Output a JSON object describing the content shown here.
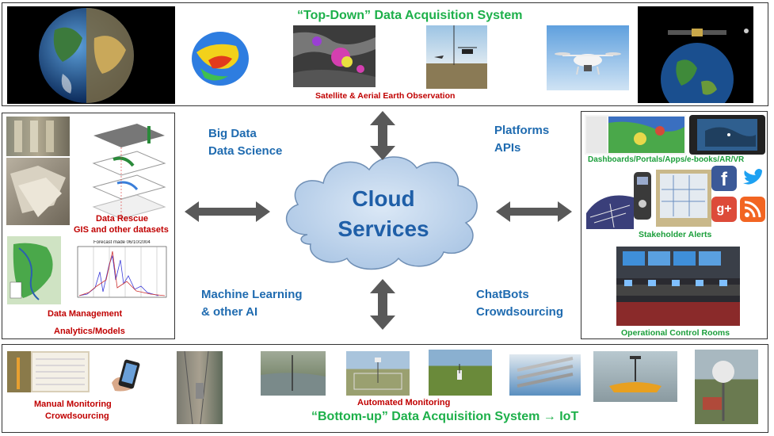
{
  "top": {
    "title": "“Top-Down” Data Acquisition System",
    "caption": "Satellite & Aerial Earth Observation"
  },
  "left": {
    "data_rescue": "Data Rescue",
    "gis": "GIS and other datasets",
    "data_management": "Data Management",
    "analytics": "Analytics/Models",
    "forecast_title": "Forecast made 06/10/2004"
  },
  "center": {
    "cloud_line1": "Cloud",
    "cloud_line2": "Services",
    "big_data": "Big Data",
    "data_science": "Data Science",
    "platforms": "Platforms",
    "apis": "APIs",
    "ml": "Machine Learning",
    "other_ai": "& other AI",
    "chatbots": "ChatBots",
    "crowdsourcing": "Crowdsourcing"
  },
  "right": {
    "dashboards": "Dashboards/Portals/Apps/e-books/AR/VR",
    "alerts": "Stakeholder Alerts",
    "control_rooms": "Operational Control Rooms"
  },
  "bottom": {
    "manual": "Manual Monitoring",
    "crowdsourcing": "Crowdsourcing",
    "automated": "Automated Monitoring",
    "title": "“Bottom-up” Data Acquisition System",
    "arrow": "→",
    "iot": "IoT"
  },
  "colors": {
    "green_title": "#1db04a",
    "red_label": "#c00000",
    "blue_text": "#1f6bb0",
    "cloud_fill": "#b3cde8",
    "cloud_text": "#1f5fa8",
    "arrow": "#595959"
  }
}
